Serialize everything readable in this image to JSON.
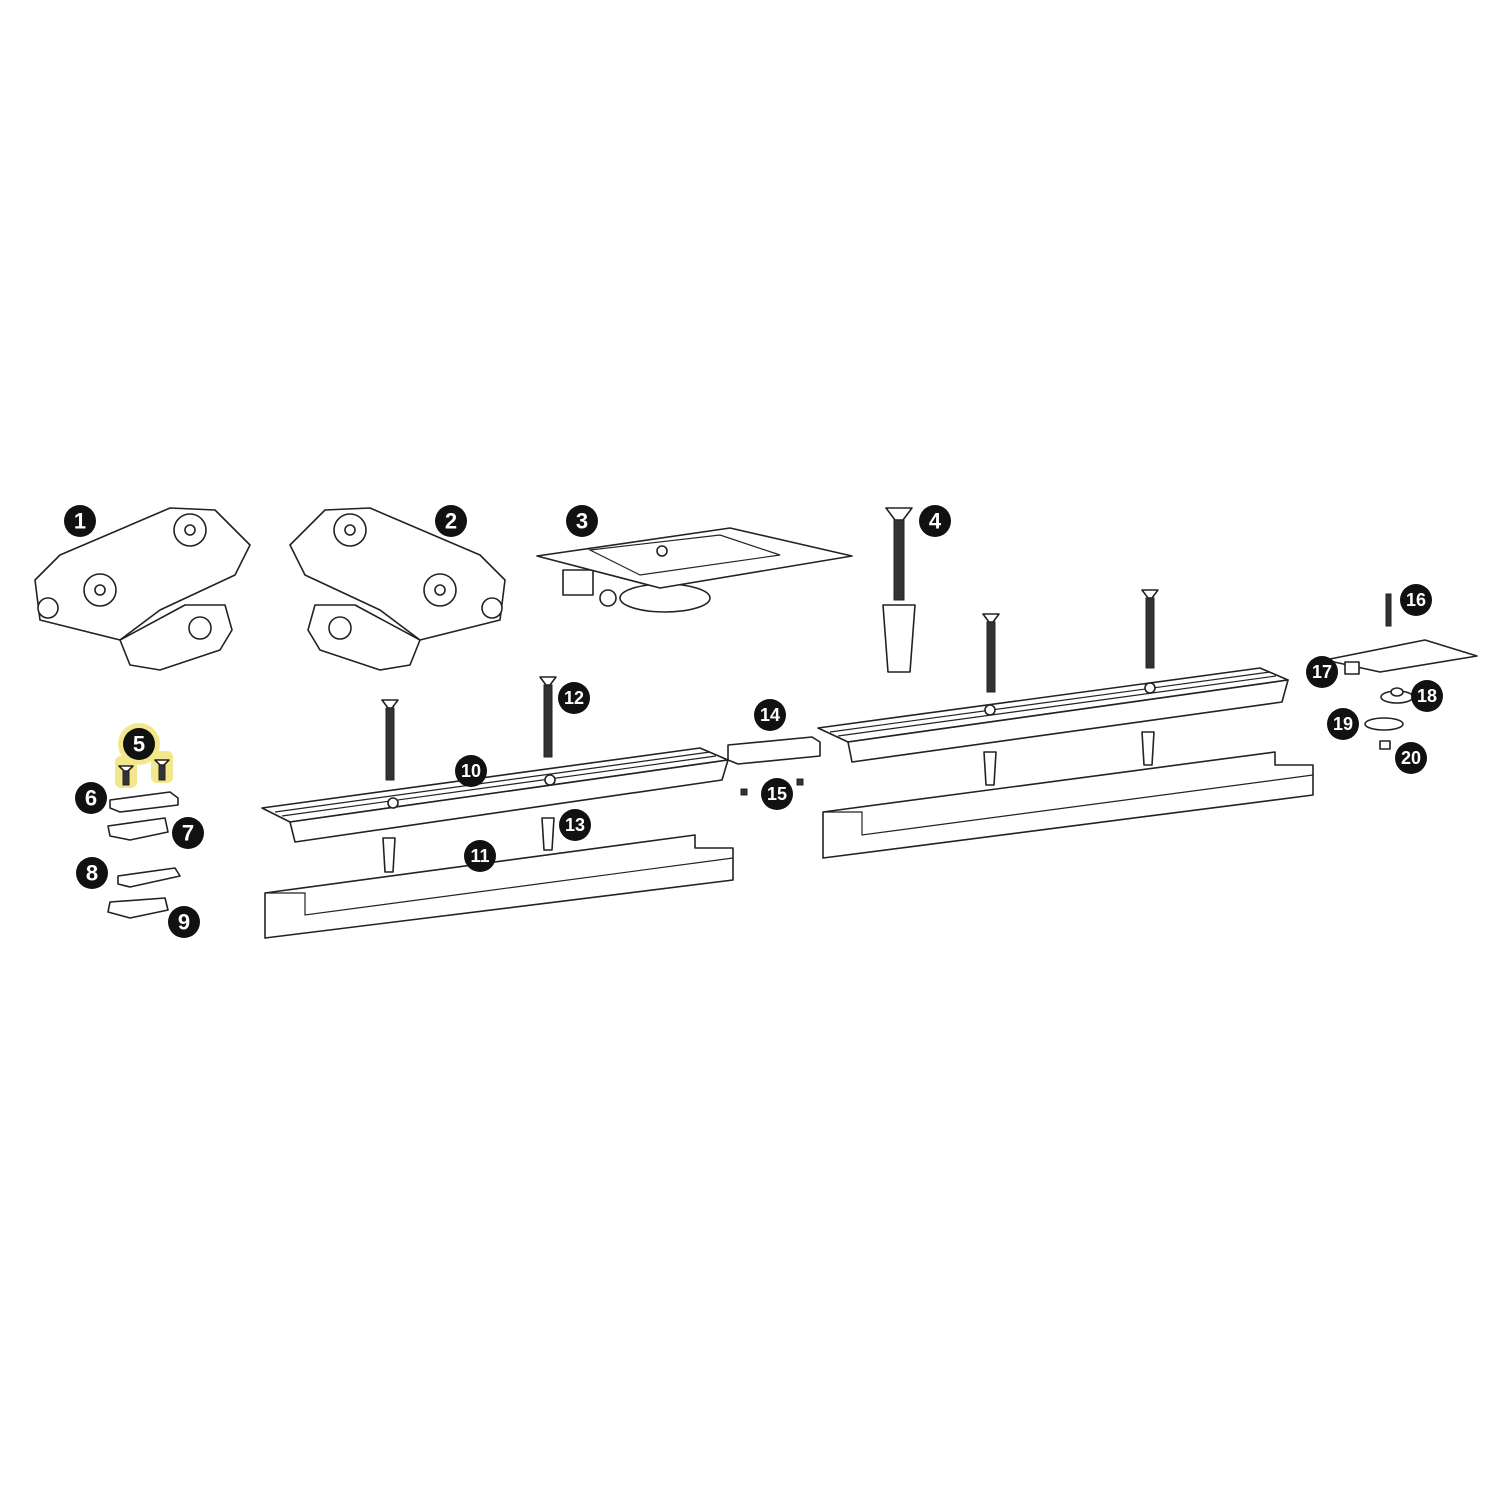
{
  "diagram": {
    "type": "exploded-parts",
    "highlight_color": "#f2e78a",
    "highlighted_item": "5",
    "callouts": [
      "1",
      "2",
      "3",
      "4",
      "5",
      "6",
      "7",
      "8",
      "9",
      "10",
      "11",
      "12",
      "13",
      "14",
      "15",
      "16",
      "17",
      "18",
      "19",
      "20"
    ]
  }
}
